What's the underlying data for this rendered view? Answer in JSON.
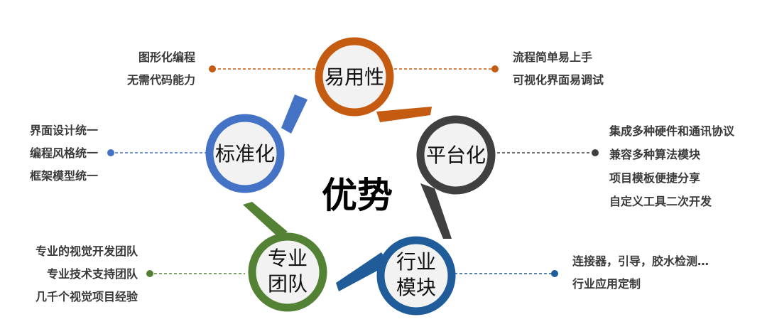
{
  "center": {
    "label": "优势"
  },
  "nodes": [
    {
      "id": "ease",
      "lines": [
        "易用性"
      ],
      "color": "#c55a11",
      "descriptions": [
        "图形化编程",
        "无需代码能力"
      ],
      "descriptions2": [
        "流程简单易上手",
        "可视化界面易调试"
      ]
    },
    {
      "id": "platform",
      "lines": [
        "平台化"
      ],
      "color": "#404040",
      "descriptions": [
        "集成多种硬件和通讯协议",
        "兼容多种算法模块",
        "项目模板便捷分享",
        "自定义工具二次开发"
      ]
    },
    {
      "id": "industry",
      "lines": [
        "行业",
        "模块"
      ],
      "color": "#1f5c99",
      "descriptions": [
        "连接器，引导，胶水检测…",
        "行业应用定制"
      ]
    },
    {
      "id": "team",
      "lines": [
        "专业",
        "团队"
      ],
      "color": "#548235",
      "descriptions": [
        "专业的视觉开发团队",
        "专业技术支持团队",
        "几千个视觉项目经验"
      ]
    },
    {
      "id": "standard",
      "lines": [
        "标准化"
      ],
      "color": "#4472c4",
      "descriptions": [
        "界面设计统一",
        "编程风格统一",
        "框架模型统一"
      ]
    }
  ]
}
